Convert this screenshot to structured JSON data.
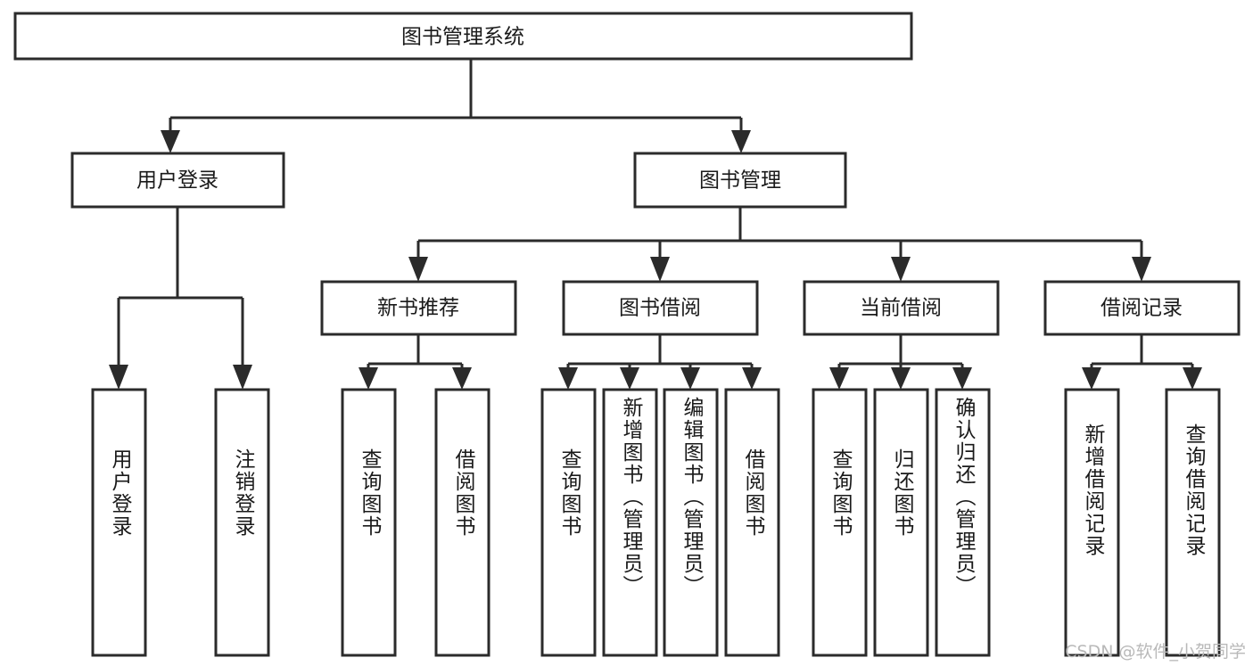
{
  "diagram": {
    "title": "图书管理系统",
    "type": "tree-hierarchy",
    "watermark": "CSDN @软件_小贺同学",
    "colors": {
      "box_stroke": "#2b2b2b",
      "box_fill": "#ffffff",
      "text": "#1a1a1a",
      "watermark": "#b9b9b9",
      "background": "#ffffff"
    },
    "root": {
      "label": "图书管理系统"
    },
    "level2": [
      {
        "id": "user-login",
        "label": "用户登录"
      },
      {
        "id": "book-manage",
        "label": "图书管理"
      }
    ],
    "level3": [
      {
        "id": "new-book-recommend",
        "label": "新书推荐"
      },
      {
        "id": "book-borrow",
        "label": "图书借阅"
      },
      {
        "id": "current-borrow",
        "label": "当前借阅"
      },
      {
        "id": "borrow-record",
        "label": "借阅记录"
      }
    ],
    "leaves": {
      "user-login": [
        {
          "id": "leaf-user-login",
          "label": "用户登录"
        },
        {
          "id": "leaf-logout",
          "label": "注销登录"
        }
      ],
      "new-book-recommend": [
        {
          "id": "leaf-query-book-1",
          "label": "查询图书"
        },
        {
          "id": "leaf-borrow-book-1",
          "label": "借阅图书"
        }
      ],
      "book-borrow": [
        {
          "id": "leaf-query-book-2",
          "label": "查询图书"
        },
        {
          "id": "leaf-add-book",
          "label": "新增图书（管理员）"
        },
        {
          "id": "leaf-edit-book",
          "label": "编辑图书（管理员）"
        },
        {
          "id": "leaf-borrow-book-2",
          "label": "借阅图书"
        }
      ],
      "current-borrow": [
        {
          "id": "leaf-query-book-3",
          "label": "查询图书"
        },
        {
          "id": "leaf-return-book",
          "label": "归还图书"
        },
        {
          "id": "leaf-confirm-return",
          "label": "确认归还（管理员）"
        }
      ],
      "borrow-record": [
        {
          "id": "leaf-add-record",
          "label": "新增借阅记录"
        },
        {
          "id": "leaf-query-record",
          "label": "查询借阅记录"
        }
      ]
    }
  }
}
